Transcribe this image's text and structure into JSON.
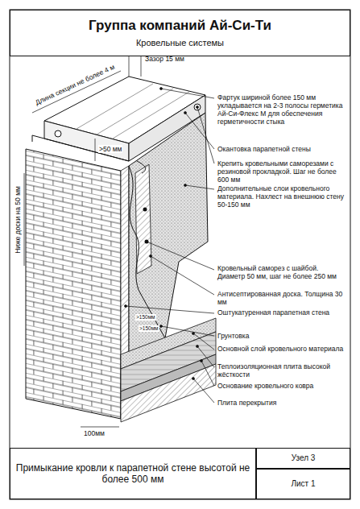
{
  "diagram": {
    "nodes": [
      {
        "text": [
          "Группа компаний Ай-Си-Ти",
          "Кровельные системы"
        ]
      },
      {
        "text": [
          "Примыкание кровли к парапетной стене высотой не более 500 мм"
        ]
      },
      {
        "text": [
          "Узел 3"
        ]
      },
      {
        "text": [
          "Лист 1"
        ]
      }
    ],
    "labels": [
      "Фартук шириной более 150 мм укладывается на 2-3 полосы герметика Ай-Си-Флекс М для обеспечения герметичности стыка",
      "Окантовка парапетной стены",
      "Крепить кровельными саморезами с резиновой прокладкой. Шаг не более 600 мм",
      "Дополнительные слои кровельного материала. Нахлест на внешнюю стену 50-150 мм",
      "Кровельный саморез с шайбой. Диаметр 50 мм, шаг не более 250 мм",
      "Антисептированная доска. Толщина 30 мм",
      "Оштукатуренная парапетная стена",
      "Грунтовка",
      "Основной слой кровельного материала",
      "Теплоизоляционная плита высокой жёсткости",
      "Основание кровельного ковра",
      "Плита перекрытия",
      "Длина секции не более 4 м",
      "Зазор 15 мм",
      ">50 мм",
      "Ниже доски на 50 мм",
      ">150мм",
      ">150мм",
      "100мм"
    ]
  }
}
